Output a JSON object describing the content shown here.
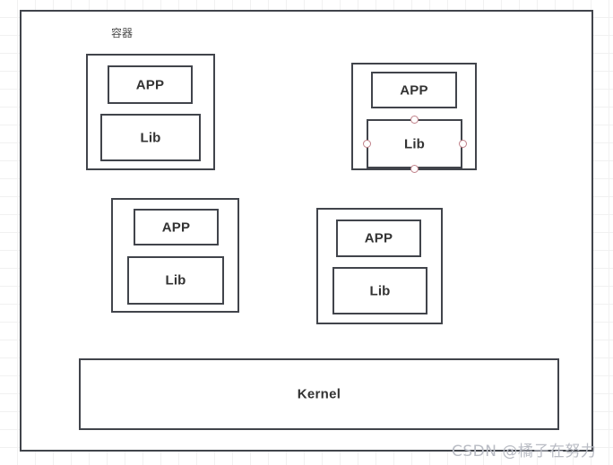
{
  "diagram": {
    "title_label": "容器",
    "outer_frame_name": "host-frame",
    "kernel": {
      "label": "Kernel"
    },
    "containers": [
      {
        "id": "container-1",
        "app_label": "APP",
        "lib_label": "Lib",
        "selected": false
      },
      {
        "id": "container-2",
        "app_label": "APP",
        "lib_label": "Lib",
        "selected": true
      },
      {
        "id": "container-3",
        "app_label": "APP",
        "lib_label": "Lib",
        "selected": false
      },
      {
        "id": "container-4",
        "app_label": "APP",
        "lib_label": "Lib",
        "selected": false
      }
    ],
    "selection_handles": [
      {
        "name": "handle-top",
        "position": "top-center"
      },
      {
        "name": "handle-right",
        "position": "middle-right"
      },
      {
        "name": "handle-bottom",
        "position": "bottom-center"
      },
      {
        "name": "handle-left",
        "position": "middle-left"
      }
    ],
    "colors": {
      "stroke": "#41444b",
      "text": "#333333",
      "handle_stroke": "#c08089",
      "grid": "#f1f1f1",
      "watermark": "#b9bcc4",
      "background": "#ffffff"
    }
  },
  "watermark": {
    "text": "CSDN @橘子在努力"
  }
}
